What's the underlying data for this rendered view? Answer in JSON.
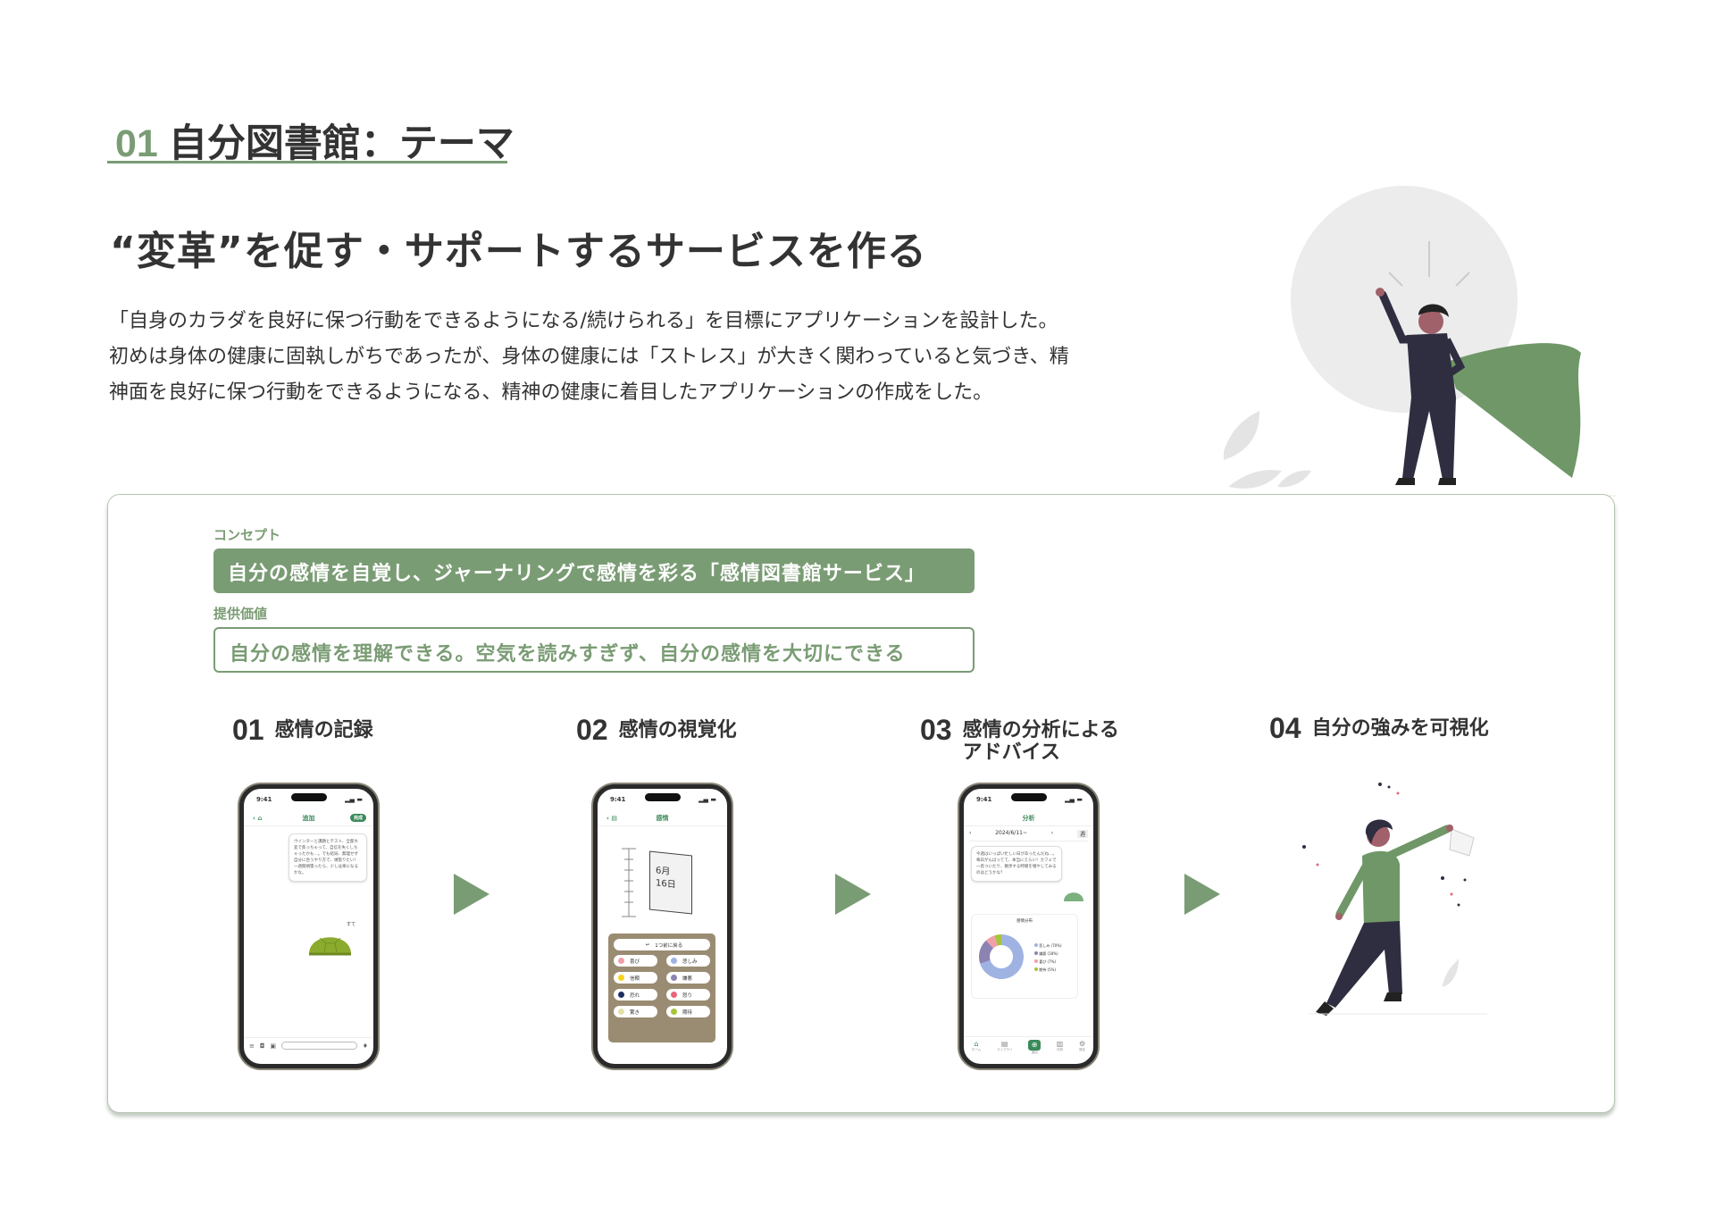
{
  "section": {
    "number": "01",
    "title": "自分図書館：テーマ"
  },
  "headline": "“変革”を促す・サポートするサービスを作る",
  "intro": [
    "「自身のカラダを良好に保つ行動をできるようになる/続けられる」を目標にアプリケーションを設計した。",
    "初めは身体の健康に固執しがちであったが、身体の健康には「ストレス」が大きく関わっていると気づき、精",
    "神面を良好に保つ行動をできるようになる、精神の健康に着目したアプリケーションの作成をした。"
  ],
  "concept": {
    "label": "コンセプト",
    "text": "自分の感情を自覚し、ジャーナリングで感情を彩る「感情図書館サービス」"
  },
  "value": {
    "label": "提供価値",
    "text": "自分の感情を理解できる。空気を読みすぎず、自分の感情を大切にできる"
  },
  "steps": [
    {
      "number": "01",
      "title": "感情の記録"
    },
    {
      "number": "02",
      "title": "感情の視覚化"
    },
    {
      "number": "03",
      "title": "感情の分析による\nアドバイス"
    },
    {
      "number": "04",
      "title": "自分の強みを可視化"
    }
  ],
  "phone1": {
    "time": "9:41",
    "title": "追加",
    "done": "完成",
    "message": "ウインターと課題とテスト、全部大変で焦っちゃって、自信を失くしちゃったかも…。でも結局、無理せず自分に合うやり方で、頑張りたい！一週間頑張ったら、少しは楽になるかな。",
    "reply": "すて"
  },
  "phone2": {
    "time": "9:41",
    "title": "感情",
    "month": "6月",
    "day": "16日",
    "back": "1つ前に戻る",
    "emotions": [
      {
        "label": "喜び",
        "color": "#f0a0a8"
      },
      {
        "label": "悲しみ",
        "color": "#9fb3e3"
      },
      {
        "label": "信頼",
        "color": "#f7d21e"
      },
      {
        "label": "嫌悪",
        "color": "#8c83b3"
      },
      {
        "label": "恐れ",
        "color": "#1f2f5e"
      },
      {
        "label": "怒り",
        "color": "#e8667a"
      },
      {
        "label": "驚き",
        "color": "#e6e0a8"
      },
      {
        "label": "期待",
        "color": "#a8c43a"
      }
    ]
  },
  "phone3": {
    "time": "9:41",
    "title": "分析",
    "range": "2024/6/11~",
    "period": "週",
    "advice": "今週はいっぱい忙しい日があったんだね…。毎日がんばってて、本当にえらい！カフェで一息ついたり、散歩する時間を増やしてみるのはどうかな？",
    "chart_title": "感情分布",
    "chart": [
      {
        "label": "悲しみ (70%)",
        "value": 70,
        "color": "#9fb3e3"
      },
      {
        "label": "嫌悪 (18%)",
        "value": 18,
        "color": "#8c83b3"
      },
      {
        "label": "喜び (7%)",
        "value": 7,
        "color": "#f0a0a8"
      },
      {
        "label": "期待 (5%)",
        "value": 5,
        "color": "#a8c43a"
      }
    ],
    "tabs": [
      "ホーム",
      "ライブラリ",
      "追加",
      "分析",
      "設定"
    ]
  },
  "colors": {
    "accent": "#7a9c74",
    "text": "#333333"
  }
}
